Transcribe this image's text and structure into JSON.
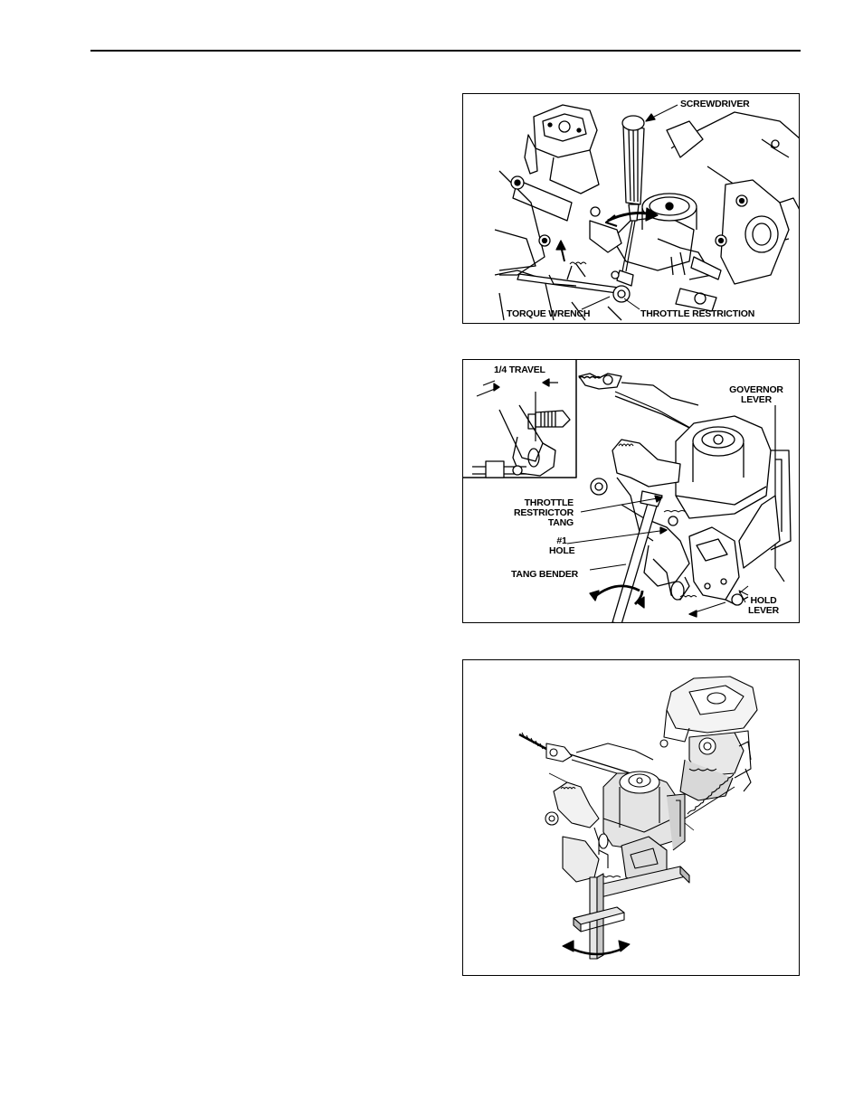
{
  "figure1": {
    "labels": {
      "screwdriver": "SCREWDRIVER",
      "torque_wrench": "TORQUE WRENCH",
      "throttle_restriction": "THROTTLE RESTRICTION"
    }
  },
  "figure2": {
    "labels": {
      "travel": "1/4 TRAVEL",
      "governor_1": "GOVERNOR",
      "governor_2": "LEVER",
      "restrictor_1": "THROTTLE",
      "restrictor_2": "RESTRICTOR",
      "restrictor_3": "TANG",
      "hole_1": "#1",
      "hole_2": "HOLE",
      "tang_bender": "TANG BENDER",
      "hold_1": "HOLD",
      "hold_2": "LEVER"
    }
  },
  "figure3": {
    "labels": {}
  }
}
